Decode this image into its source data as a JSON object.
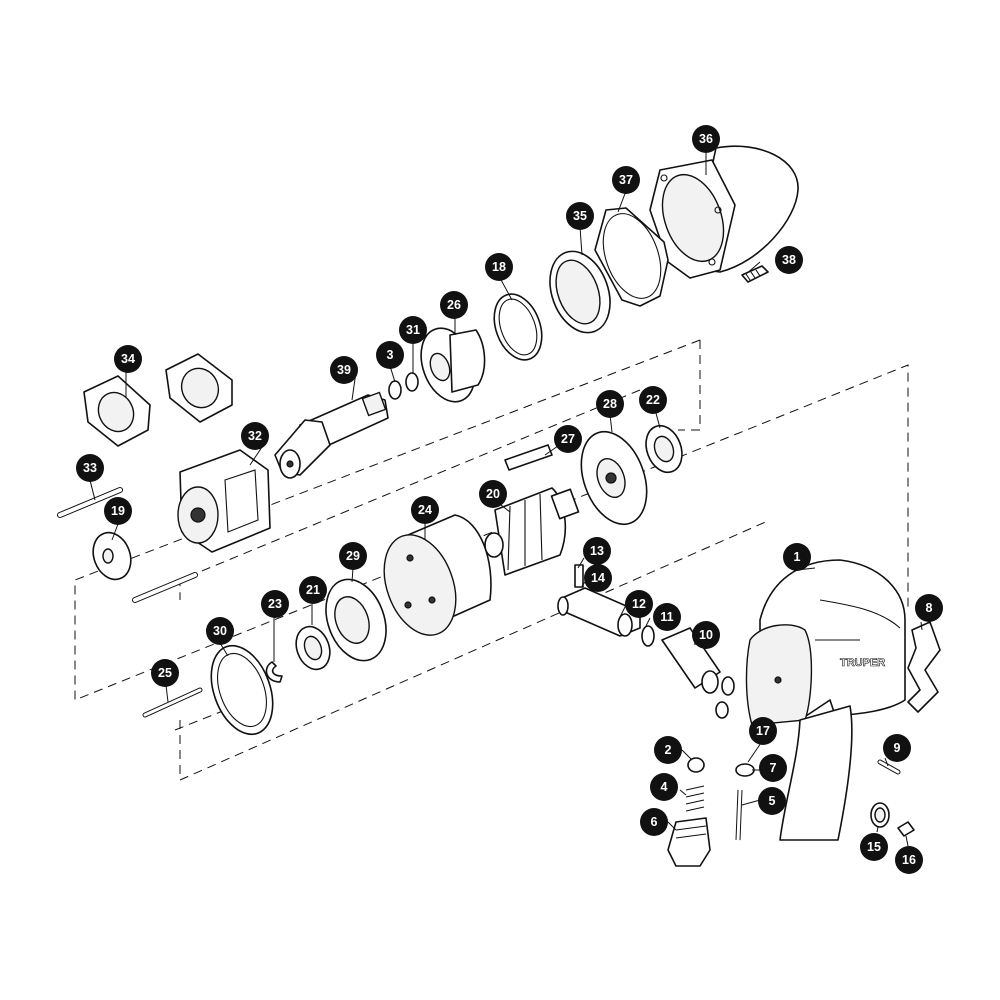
{
  "brand_text": "TRUPER",
  "callouts": [
    {
      "id": "part-1",
      "label": "1"
    },
    {
      "id": "part-2",
      "label": "2"
    },
    {
      "id": "part-3",
      "label": "3"
    },
    {
      "id": "part-4",
      "label": "4"
    },
    {
      "id": "part-5",
      "label": "5"
    },
    {
      "id": "part-6",
      "label": "6"
    },
    {
      "id": "part-7",
      "label": "7"
    },
    {
      "id": "part-8",
      "label": "8"
    },
    {
      "id": "part-9",
      "label": "9"
    },
    {
      "id": "part-10",
      "label": "10"
    },
    {
      "id": "part-11",
      "label": "11"
    },
    {
      "id": "part-12",
      "label": "12"
    },
    {
      "id": "part-13",
      "label": "13"
    },
    {
      "id": "part-14",
      "label": "14"
    },
    {
      "id": "part-15",
      "label": "15"
    },
    {
      "id": "part-16",
      "label": "16"
    },
    {
      "id": "part-17",
      "label": "17"
    },
    {
      "id": "part-18",
      "label": "18"
    },
    {
      "id": "part-19",
      "label": "19"
    },
    {
      "id": "part-20",
      "label": "20"
    },
    {
      "id": "part-21",
      "label": "21"
    },
    {
      "id": "part-22",
      "label": "22"
    },
    {
      "id": "part-23",
      "label": "23"
    },
    {
      "id": "part-24",
      "label": "24"
    },
    {
      "id": "part-25",
      "label": "25"
    },
    {
      "id": "part-26",
      "label": "26"
    },
    {
      "id": "part-27",
      "label": "27"
    },
    {
      "id": "part-28",
      "label": "28"
    },
    {
      "id": "part-29",
      "label": "29"
    },
    {
      "id": "part-30",
      "label": "30"
    },
    {
      "id": "part-31",
      "label": "31"
    },
    {
      "id": "part-32",
      "label": "32"
    },
    {
      "id": "part-33",
      "label": "33"
    },
    {
      "id": "part-34",
      "label": "34"
    },
    {
      "id": "part-35",
      "label": "35"
    },
    {
      "id": "part-36",
      "label": "36"
    },
    {
      "id": "part-37",
      "label": "37"
    },
    {
      "id": "part-38",
      "label": "38"
    },
    {
      "id": "part-39",
      "label": "39"
    }
  ]
}
